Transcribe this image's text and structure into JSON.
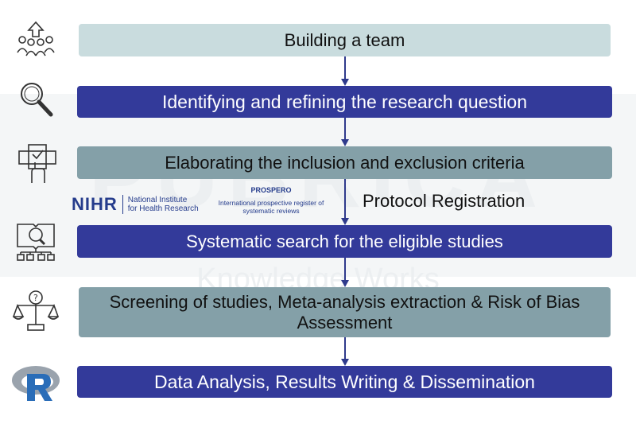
{
  "steps": [
    {
      "label": "Building a team",
      "icon": "team-up-icon"
    },
    {
      "label": "Identifying and refining the research question",
      "icon": "magnifier-icon"
    },
    {
      "label": "Elaborating the inclusion and exclusion criteria",
      "icon": "checklist-hand-icon"
    },
    {
      "label": "Systematic search for the eligible studies",
      "icon": "book-search-network-icon"
    },
    {
      "label": "Screening of studies, Meta-analysis extraction & Risk of Bias Assessment",
      "icon": "scales-question-icon"
    },
    {
      "label": "Data Analysis, Results Writing & Dissemination",
      "icon": "r-logo-icon"
    }
  ],
  "registration": {
    "nihr_logo": "NIHR",
    "nihr_name_line1": "National Institute",
    "nihr_name_line2": "for Health Research",
    "prospero_title": "PROSPERO",
    "prospero_line1": "International prospective register of",
    "prospero_line2": "systematic reviews",
    "label": "Protocol Registration"
  },
  "watermark": {
    "line1": "PUBRICA",
    "line2": "Knowledge Works"
  },
  "colors": {
    "light_box": "#c9dcde",
    "blue_box": "#333a9a",
    "grey_box": "#84a0a8",
    "arrow": "#2f3a8c",
    "logo_blue": "#253c8c"
  }
}
